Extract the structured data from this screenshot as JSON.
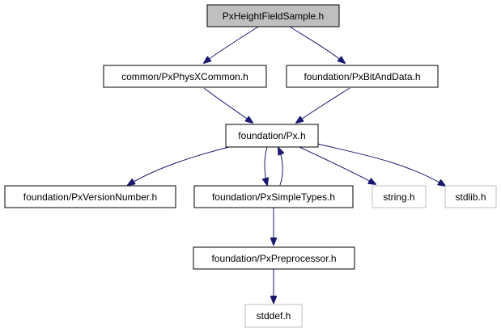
{
  "diagram": {
    "nodes": [
      {
        "id": "root",
        "label": "PxHeightFieldSample.h",
        "kind": "root"
      },
      {
        "id": "common",
        "label": "common/PxPhysXCommon.h",
        "kind": "file"
      },
      {
        "id": "bitdata",
        "label": "foundation/PxBitAndData.h",
        "kind": "file"
      },
      {
        "id": "px",
        "label": "foundation/Px.h",
        "kind": "file"
      },
      {
        "id": "version",
        "label": "foundation/PxVersionNumber.h",
        "kind": "file"
      },
      {
        "id": "simple",
        "label": "foundation/PxSimpleTypes.h",
        "kind": "file"
      },
      {
        "id": "string",
        "label": "string.h",
        "kind": "external"
      },
      {
        "id": "stdlib",
        "label": "stdlib.h",
        "kind": "external"
      },
      {
        "id": "preproc",
        "label": "foundation/PxPreprocessor.h",
        "kind": "file"
      },
      {
        "id": "stddef",
        "label": "stddef.h",
        "kind": "external"
      }
    ],
    "edges": [
      {
        "from": "root",
        "to": "common"
      },
      {
        "from": "root",
        "to": "bitdata"
      },
      {
        "from": "common",
        "to": "px"
      },
      {
        "from": "bitdata",
        "to": "px"
      },
      {
        "from": "px",
        "to": "version"
      },
      {
        "from": "px",
        "to": "simple"
      },
      {
        "from": "simple",
        "to": "px"
      },
      {
        "from": "px",
        "to": "string"
      },
      {
        "from": "px",
        "to": "stdlib"
      },
      {
        "from": "simple",
        "to": "preproc"
      },
      {
        "from": "preproc",
        "to": "stddef"
      }
    ],
    "colors": {
      "root_fill": "#bfbfbf",
      "node_fill": "#ffffff",
      "node_border": "#000000",
      "external_border": "#bfbfbf",
      "edge": "#191970"
    }
  }
}
